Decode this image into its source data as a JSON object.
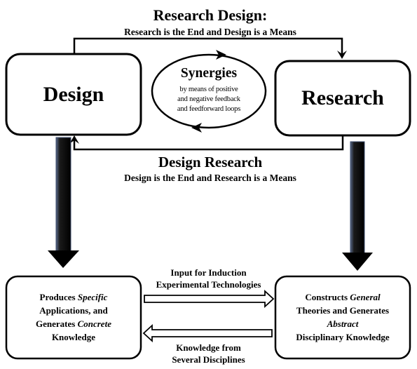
{
  "research_design": {
    "title": "Research Design:",
    "subtitle": "Research is the End and Design is a Means"
  },
  "design_research": {
    "title": "Design Research",
    "subtitle": "Design is the End and Research is a Means"
  },
  "design_box": {
    "label": "Design"
  },
  "research_box": {
    "label": "Research"
  },
  "synergies": {
    "title": "Synergies",
    "lines": [
      "by means of positive",
      "and negative feedback",
      "and feedforward loops"
    ]
  },
  "left_outcome": {
    "line1_prefix": "Produces ",
    "line1_emph": "Specific",
    "line2": "Applications, and",
    "line3_prefix": "Generates ",
    "line3_emph": "Concrete",
    "line4": "Knowledge"
  },
  "right_outcome": {
    "line1_prefix": "Constructs ",
    "line1_emph": "General",
    "line2": "Theories and  Generates",
    "line3_emph": "Abstract",
    "line4": "Disciplinary Knowledge"
  },
  "top_flow": {
    "line1": "Input for Induction",
    "line2": "Experimental Technologies"
  },
  "bottom_flow": {
    "line1": "Knowledge from",
    "line2": "Several Disciplines"
  }
}
